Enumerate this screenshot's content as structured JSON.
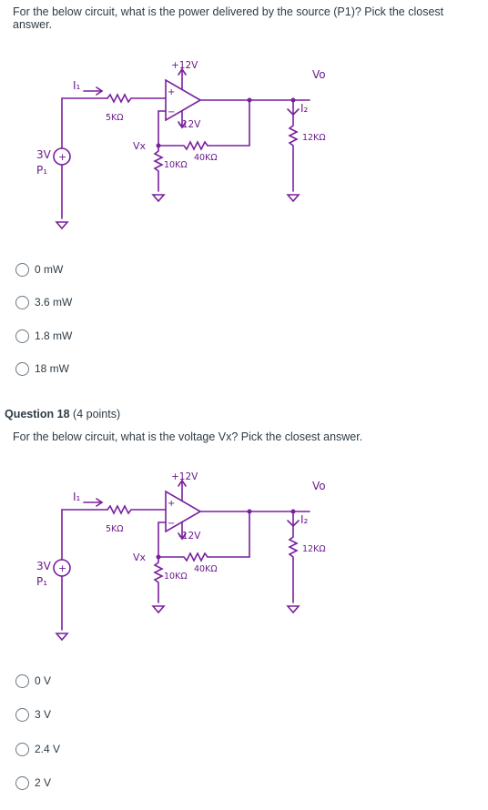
{
  "q17": {
    "text": "For the below circuit, what is the power delivered by the source (P1)? Pick the closest answer.",
    "options": [
      "0 mW",
      "3.6 mW",
      "1.8 mW",
      "18 mW"
    ]
  },
  "q18": {
    "title": "Question 18",
    "points": "(4 points)",
    "text": "For the below circuit, what is the voltage Vx? Pick the closest answer.",
    "options": [
      "0 V",
      "3 V",
      "2.4 V",
      "2 V"
    ]
  },
  "circuit_labels": {
    "vpos": "+12V",
    "vneg": "-12V",
    "vo": "Vo",
    "i1": "I₁",
    "i2": "I₂",
    "r5k": "5KΩ",
    "r10k": "10KΩ",
    "r12k": "12KΩ",
    "r40k": "40KΩ",
    "vx": "Vx",
    "src_v": "3V",
    "src_p": "P₁",
    "plus": "+",
    "minus": "−"
  },
  "colors": {
    "wire": "#7a1f9e",
    "text": "#2d3b45"
  }
}
